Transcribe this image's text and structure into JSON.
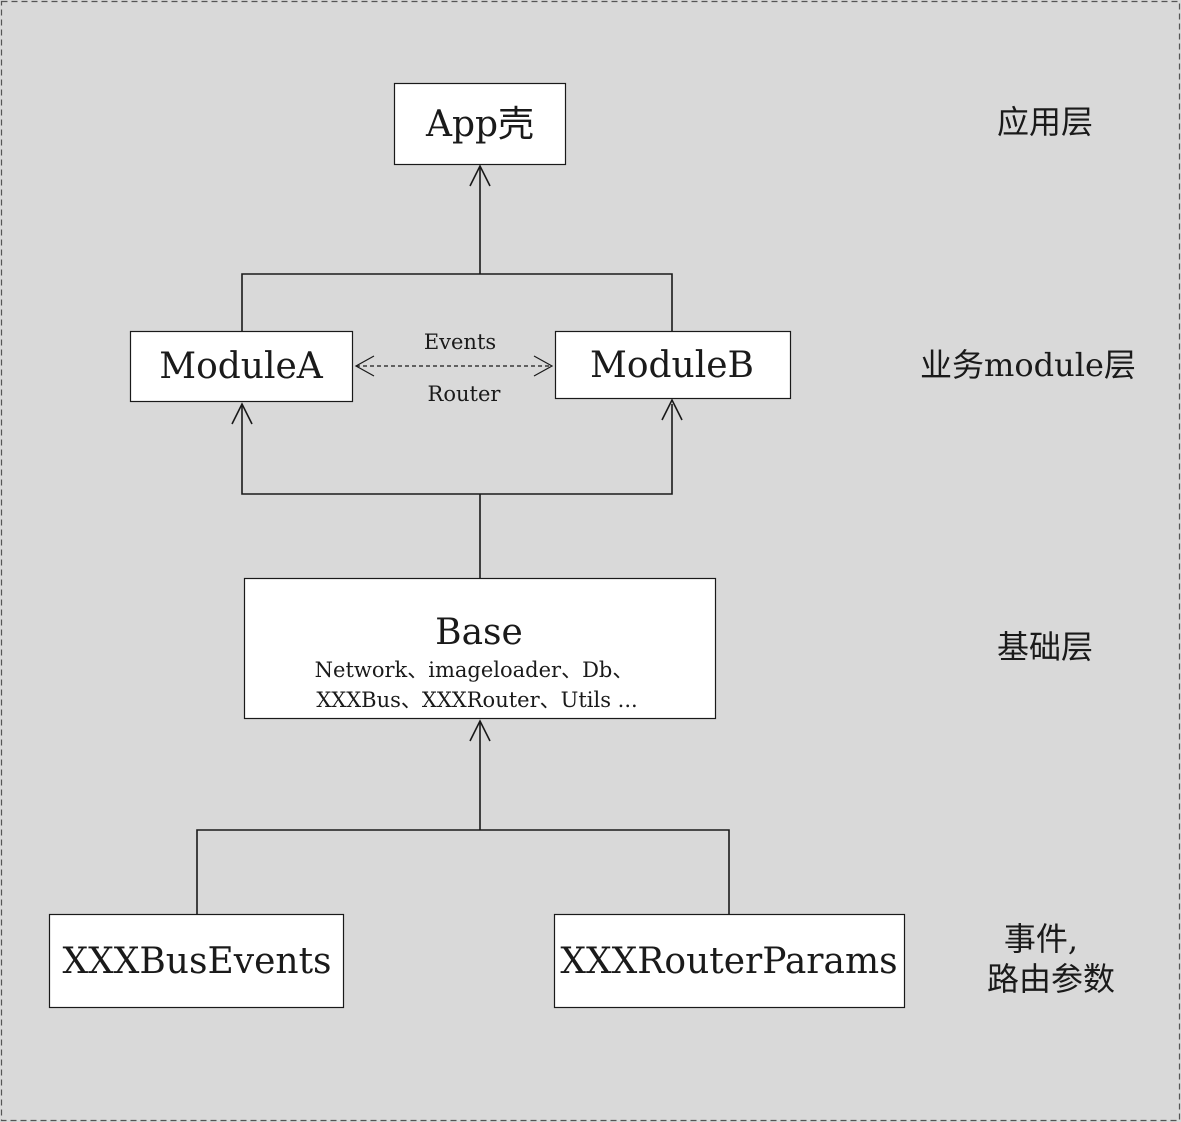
{
  "colors": {
    "background": "#d9d9d9",
    "box_fill": "#ffffff",
    "stroke": "#1a1a1a",
    "text": "#1a1a1a"
  },
  "boxes": {
    "app": {
      "title": "App壳"
    },
    "module_a": {
      "title": "ModuleA"
    },
    "module_b": {
      "title": "ModuleB"
    },
    "base": {
      "title": "Base",
      "line1": "Network、imageloader、Db、",
      "line2": "XXXBus、XXXRouter、Utils ..."
    },
    "bus_events": {
      "title": "XXXBusEvents"
    },
    "router_params": {
      "title": "XXXRouterParams"
    }
  },
  "connector_labels": {
    "events": "Events",
    "router": "Router"
  },
  "layers": {
    "application": "应用层",
    "business": "业务module层",
    "foundation": "基础层",
    "events_line1": "事件,",
    "events_line2": "路由参数"
  }
}
